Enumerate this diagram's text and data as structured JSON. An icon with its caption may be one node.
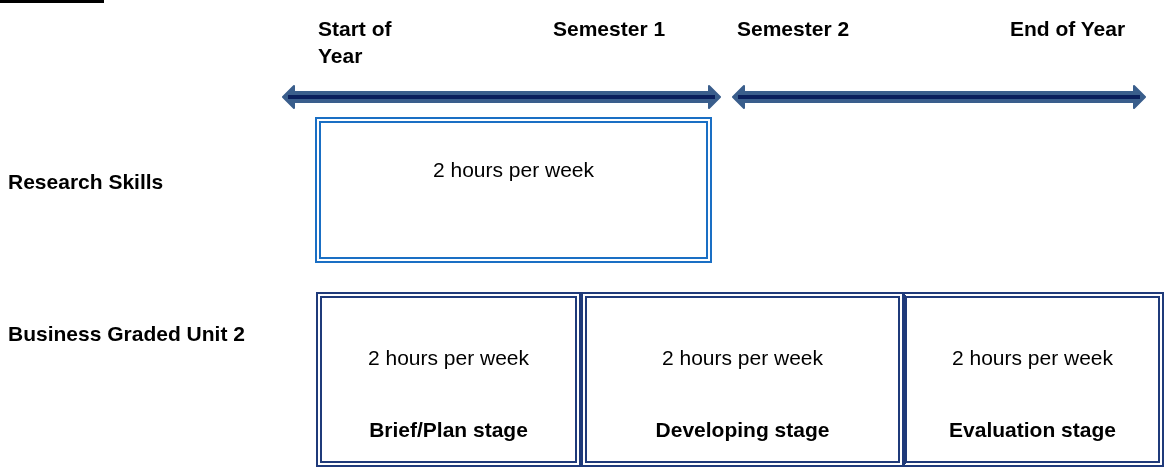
{
  "diagram": {
    "nodes": [
      {
        "text": [
          "2 hours per week"
        ]
      },
      {
        "text": [
          "2 hours per week",
          "Brief/Plan stage"
        ]
      },
      {
        "text": [
          "2 hours per week",
          "Developing stage"
        ]
      },
      {
        "text": [
          "2 hours per week",
          "Evaluation stage"
        ]
      }
    ],
    "labels": [
      "Start of Year",
      "Semester 1",
      "Semester 2",
      "End of Year",
      "Research Skills",
      "Business Graded Unit 2"
    ]
  }
}
